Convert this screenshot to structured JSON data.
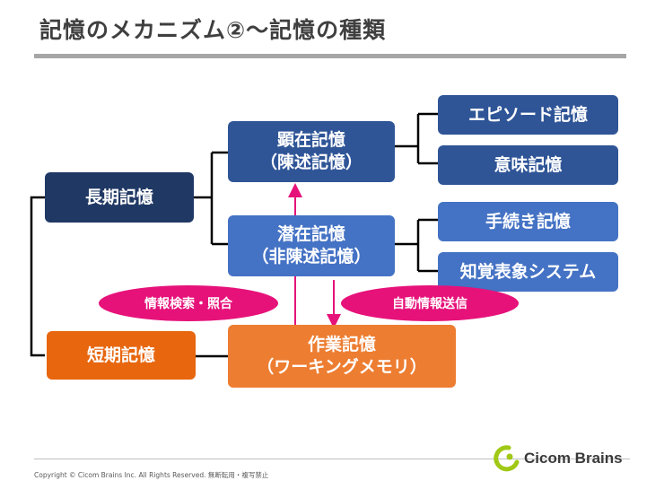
{
  "title": "記憶のメカニズム②～記憶の種類",
  "nodes": {
    "long_term": "長期記憶",
    "explicit": [
      "顕在記憶",
      "（陳述記憶）"
    ],
    "implicit": [
      "潜在記憶",
      "（非陳述記憶）"
    ],
    "episodic": "エピソード記憶",
    "semantic": "意味記憶",
    "procedural": "手続き記憶",
    "perceptual": "知覚表象システム",
    "short_term": "短期記憶",
    "working": [
      "作業記憶",
      "（ワーキングメモリ）"
    ]
  },
  "arrows": {
    "retrieval": "情報検索・照合",
    "auto_send": "自動情報送信"
  },
  "colors": {
    "navy": "#203864",
    "blue": "#2f5597",
    "light_blue": "#4472c4",
    "orange": "#ed7d31",
    "dark_orange": "#e7660e",
    "pink": "#e6127a"
  },
  "footer": {
    "copyright": "Copyright © Cicom Brains Inc. All Rights Reserved.  無断転用・複写禁止",
    "logo_text": "Cicom Brains",
    "logo_icon": "cicom-swirl-icon"
  }
}
